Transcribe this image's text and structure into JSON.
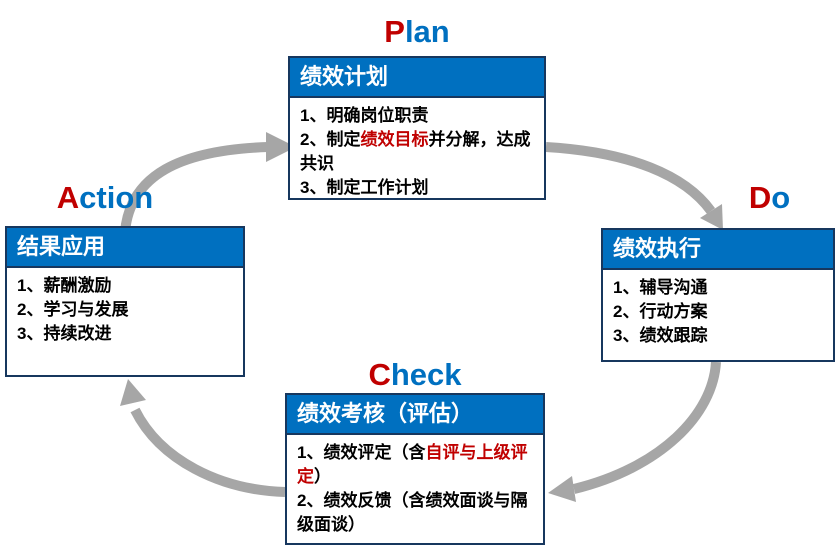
{
  "diagram": {
    "name": "PDCA performance management cycle",
    "titles": {
      "plan": {
        "first": "P",
        "rest": "lan"
      },
      "do": {
        "first": "D",
        "rest": "o"
      },
      "check": {
        "first": "C",
        "rest": "heck"
      },
      "action": {
        "first": "A",
        "rest": "ction"
      }
    },
    "boxes": {
      "plan": {
        "header": "绩效计划",
        "item1": "1、明确岗位职责",
        "item2_pre": "2、制定",
        "item2_red": "绩效目标",
        "item2_post": "并分解，达成共识",
        "item3": "3、制定工作计划"
      },
      "do": {
        "header": "绩效执行",
        "items": [
          "1、辅导沟通",
          "2、行动方案",
          "3、绩效跟踪"
        ]
      },
      "check": {
        "header": "绩效考核（评估）",
        "item1_pre": "1、绩效评定（含",
        "item1_red": "自评与上级评定",
        "item1_post": "）",
        "item2": "2、绩效反馈（含绩效面谈与隔级面谈）"
      },
      "action": {
        "header": "结果应用",
        "items": [
          "1、薪酬激励",
          "2、学习与发展",
          "3、持续改进"
        ]
      }
    },
    "colors": {
      "header_blue": "#0070C0",
      "border_navy": "#17375E",
      "title_letter_red": "#C00000",
      "title_letter_blue": "#0070C0",
      "highlight_red": "#C00000",
      "arrow_gray": "#A6A6A6",
      "body_text": "#000000",
      "header_text": "#FFFFFF"
    }
  }
}
